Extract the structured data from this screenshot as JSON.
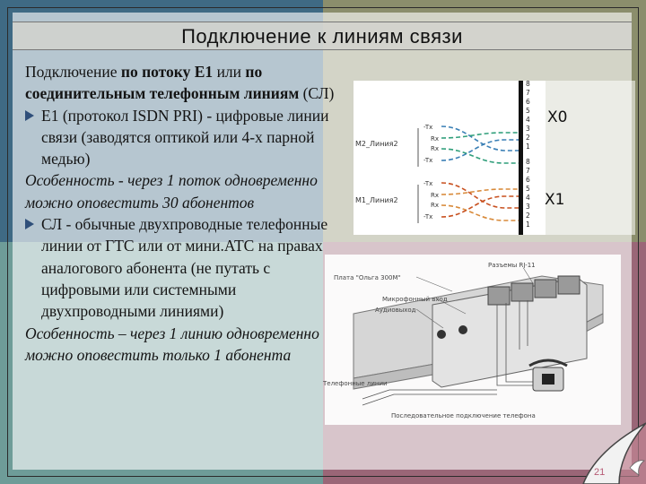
{
  "slide": {
    "title": "Подключение к линиям связи",
    "page_number": "21",
    "paragraphs": {
      "intro_prefix": "Подключение ",
      "intro_bold1": "по потоку Е1",
      "intro_mid": " или ",
      "intro_bold2": "по соединительным телефонным линиям",
      "intro_suffix": " (СЛ)",
      "bullet1": "Е1 (протокол ISDN PRI) - цифровые линии связи (заводятся оптикой или 4-х парной медью)",
      "note1": "Особенность - через 1 поток одновременно можно оповестить 30 абонентов",
      "bullet2": "СЛ - обычные двухпроводные телефонные линии от ГТС или от мини.АТС на правах аналогового абонента (не путать с цифровыми или системными двухпроводными линиями)",
      "note2": "Особенность – через 1 линию одновременно можно оповестить только 1 абонента"
    }
  },
  "wiring_diagram": {
    "left_labels": [
      "М2_Линия2",
      "М1_Линия2"
    ],
    "signal_labels": [
      "-Tx",
      "Rx",
      "Rx",
      "-Tx"
    ],
    "pin_numbers": [
      "8",
      "7",
      "6",
      "5",
      "4",
      "3",
      "2",
      "1"
    ],
    "port_labels": [
      "X0",
      "X1"
    ]
  },
  "card_illustration": {
    "labels": {
      "rj_connector": "Разъемы RJ-11",
      "card": "Плата \"Ольга 300М\"",
      "mic": "Микрофонный вход",
      "audio": "Аудиовыход",
      "lines": "Телефонные линии",
      "phone_caption": "Последовательное подключение телефона"
    }
  }
}
